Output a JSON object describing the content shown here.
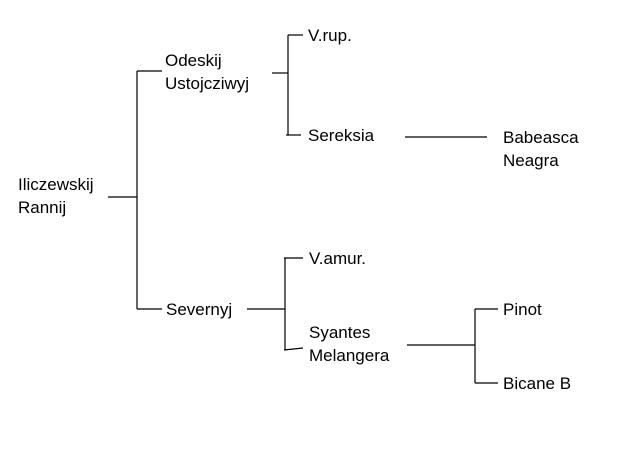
{
  "diagram": {
    "type": "pedigree-tree",
    "line_color": "#000000",
    "nodes": {
      "root": {
        "lines": [
          "Iliczewskij",
          "Rannij"
        ]
      },
      "odeskij": {
        "lines": [
          "Odeskij",
          "Ustojcziwyj"
        ]
      },
      "vrup": {
        "lines": [
          "V.rup."
        ]
      },
      "sereksia": {
        "lines": [
          "Sereksia"
        ]
      },
      "babeasca": {
        "lines": [
          "Babeasca",
          "Neagra"
        ]
      },
      "severnyj": {
        "lines": [
          "Severnyj"
        ]
      },
      "vamur": {
        "lines": [
          "V.amur."
        ]
      },
      "syantes": {
        "lines": [
          "Syantes",
          "Melangera"
        ]
      },
      "pinot": {
        "lines": [
          "Pinot"
        ]
      },
      "bicane": {
        "lines": [
          "Bicane B"
        ]
      }
    },
    "edges": [
      [
        "root",
        "odeskij"
      ],
      [
        "root",
        "severnyj"
      ],
      [
        "odeskij",
        "vrup"
      ],
      [
        "odeskij",
        "sereksia"
      ],
      [
        "sereksia",
        "babeasca"
      ],
      [
        "severnyj",
        "vamur"
      ],
      [
        "severnyj",
        "syantes"
      ],
      [
        "syantes",
        "pinot"
      ],
      [
        "syantes",
        "bicane"
      ]
    ]
  }
}
